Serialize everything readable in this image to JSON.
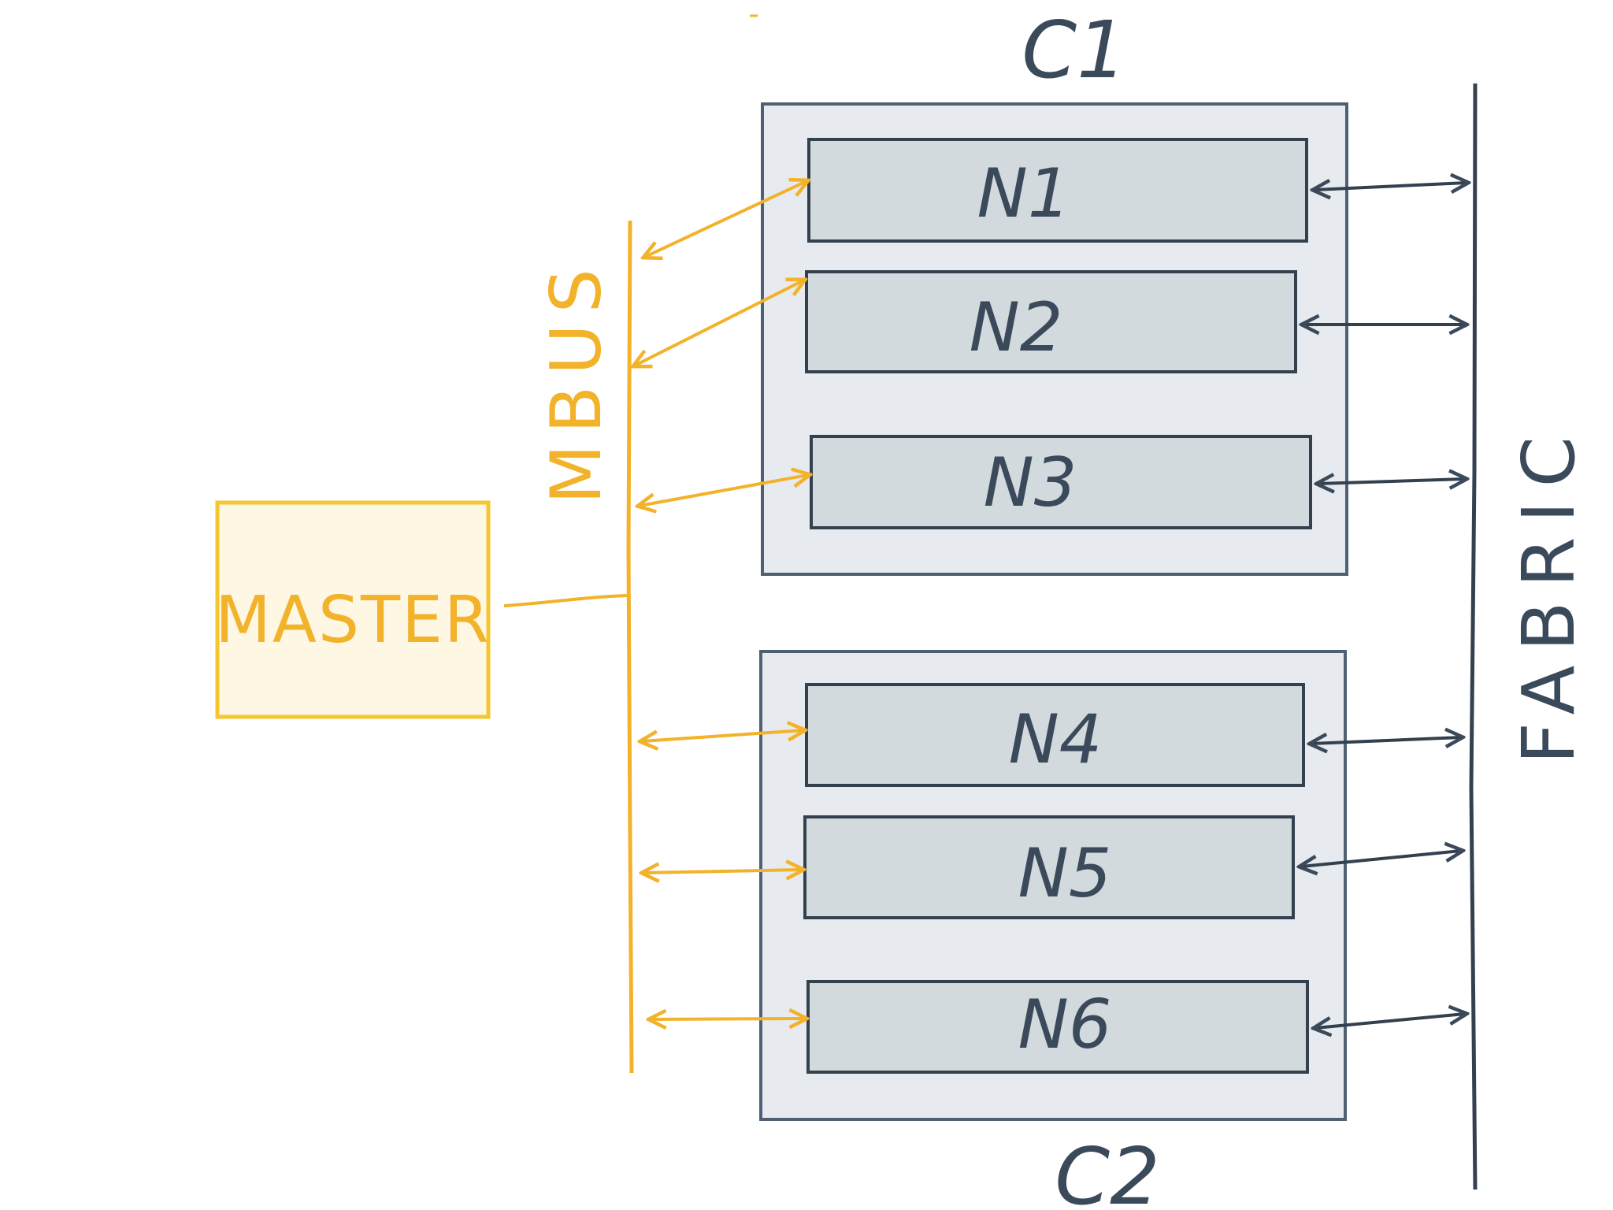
{
  "labels": {
    "master": "MASTER",
    "bus": "MBUS",
    "fabric": "FABRIC",
    "cluster1": "C1",
    "cluster2": "C2",
    "nodes": [
      "N1",
      "N2",
      "N3",
      "N4",
      "N5",
      "N6"
    ]
  },
  "colors": {
    "orange": "#f2b229",
    "master_fill": "#fdf7e4",
    "master_stroke": "#f5c630",
    "dark": "#3b4a5a",
    "cluster_fill": "#e7ebef",
    "node_fill": "#d2dade"
  }
}
